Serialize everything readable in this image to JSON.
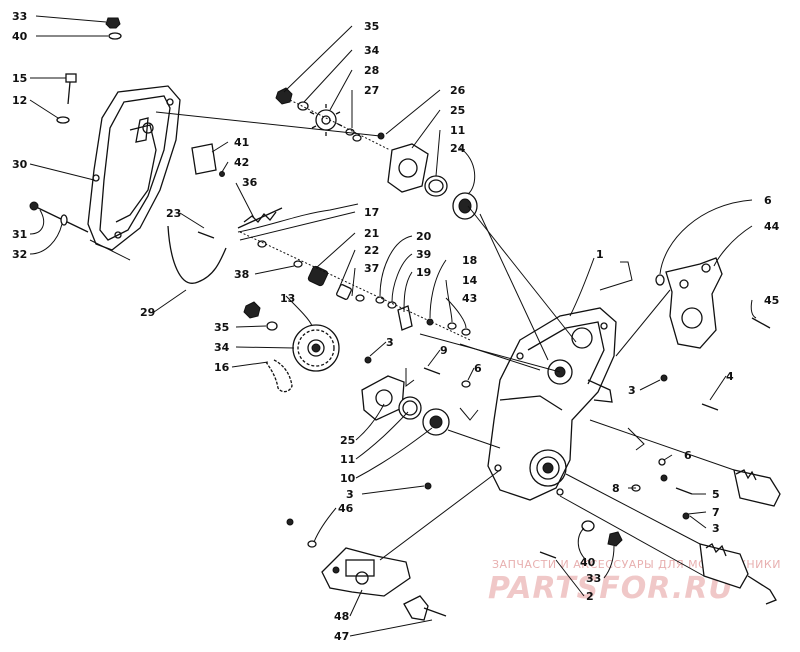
{
  "diagram": {
    "part_labels": {
      "l33a": "33",
      "l40a": "40",
      "l15": "15",
      "l12": "12",
      "l30": "30",
      "l31": "31",
      "l32": "32",
      "l29": "29",
      "l23": "23",
      "l36": "36",
      "l41": "41",
      "l42": "42",
      "l35a": "35",
      "l34a": "34",
      "l28": "28",
      "l27": "27",
      "l26": "26",
      "l25a": "25",
      "l11a": "11",
      "l24": "24",
      "l17": "17",
      "l21": "21",
      "l22": "22",
      "l37": "37",
      "l20": "20",
      "l39": "39",
      "l19": "19",
      "l38": "38",
      "l18": "18",
      "l14": "14",
      "l43": "43",
      "l1": "1",
      "l6a": "6",
      "l44": "44",
      "l45": "45",
      "l13": "13",
      "l35b": "35",
      "l34b": "34",
      "l16": "16",
      "l3a": "3",
      "l9": "9",
      "l6b": "6",
      "l3b": "3",
      "l4": "4",
      "l25b": "25",
      "l11b": "11",
      "l10": "10",
      "l6c": "6",
      "l5": "5",
      "l8": "8",
      "l7": "7",
      "l3c": "3",
      "l3d": "3",
      "l46": "46",
      "l40b": "40",
      "l33b": "33",
      "l2": "2",
      "l48": "48",
      "l47": "47"
    }
  },
  "watermark": {
    "caption": "ЗАПЧАСТИ И АКСЕССУАРЫ ДЛЯ МОТОТЕХНИКИ",
    "brand": "PARTSFOR.RU"
  }
}
